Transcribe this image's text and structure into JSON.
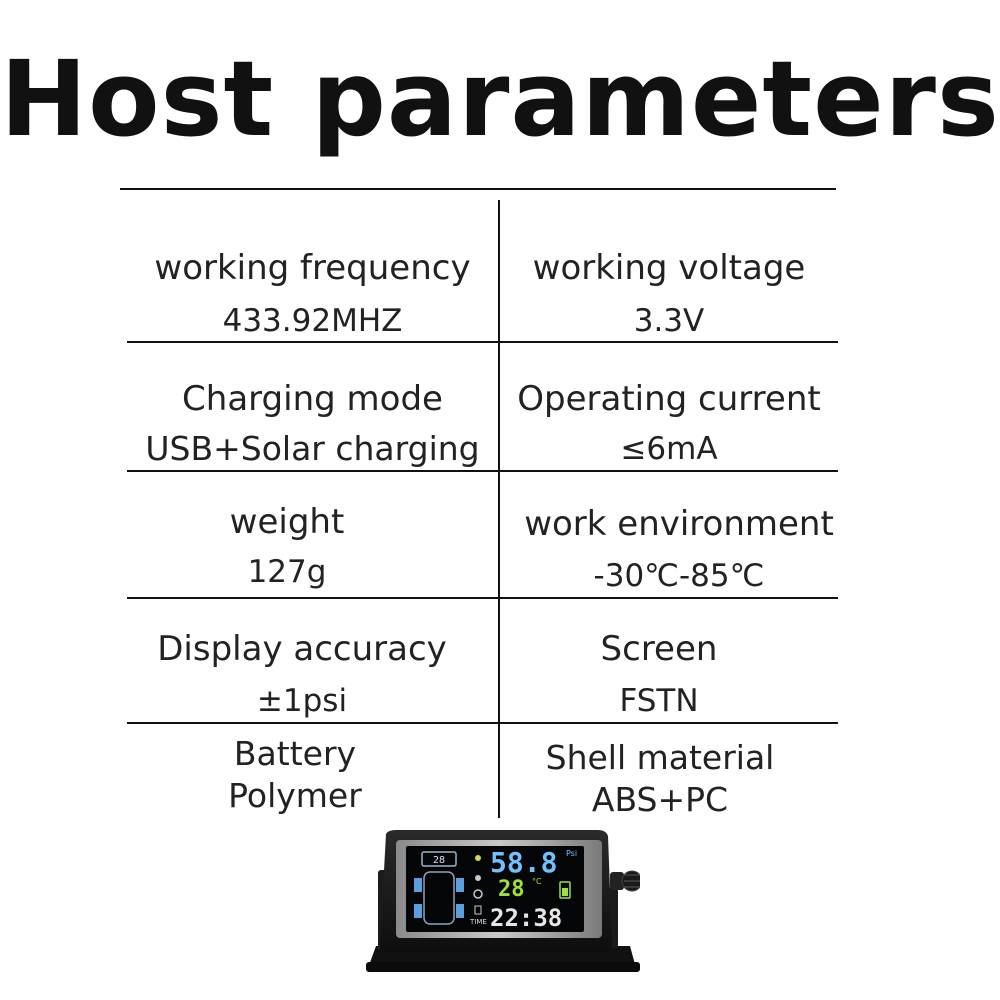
{
  "title": "Host parameters",
  "rows": [
    {
      "left": {
        "label": "working frequency",
        "value": "433.92MHZ"
      },
      "right": {
        "label": "working voltage",
        "value": "3.3V"
      }
    },
    {
      "left": {
        "label": "Charging mode",
        "value": "USB+Solar charging"
      },
      "right": {
        "label": "Operating current",
        "value": "≤6mA"
      }
    },
    {
      "left": {
        "label": "weight",
        "value": "127g"
      },
      "right": {
        "label": "work environment",
        "value": "-30℃-85℃"
      }
    },
    {
      "left": {
        "label": "Display accuracy",
        "value": "±1psi"
      },
      "right": {
        "label": "Screen",
        "value": "FSTN"
      }
    },
    {
      "left": {
        "label": "Battery",
        "value": "Polymer"
      },
      "right": {
        "label": "Shell material",
        "value": "ABS+PC"
      }
    }
  ],
  "device_display": {
    "pressure": "58.8",
    "pressure_unit": "Psi",
    "temperature": "28",
    "temperature_unit": "°C",
    "time_label": "TIME",
    "time": "22:38",
    "tire_reading": "28"
  }
}
